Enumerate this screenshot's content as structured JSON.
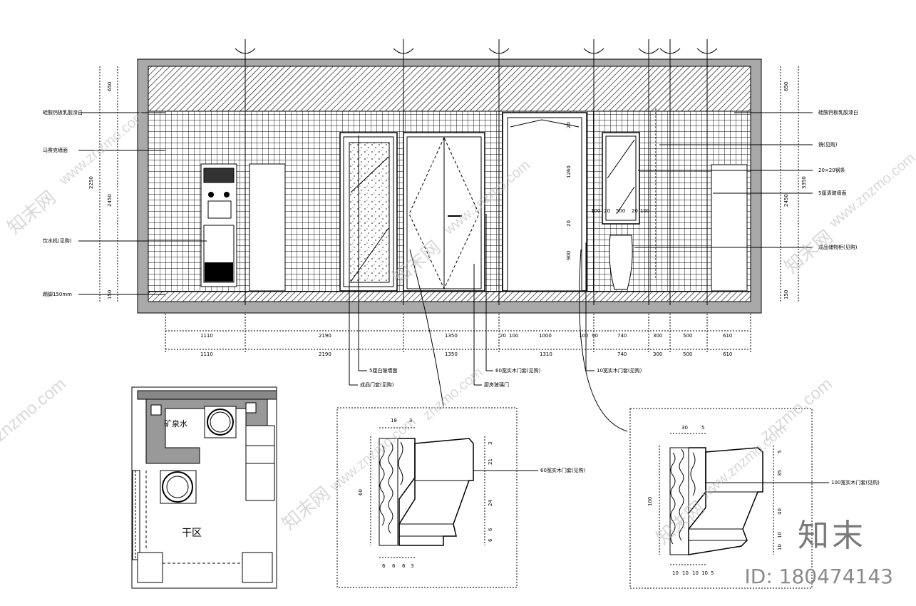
{
  "elevation": {
    "left_notes": [
      "硅酸钙板乳胶漆白",
      "马赛克墙面",
      "饮水机(见购)",
      "踢脚150mm"
    ],
    "right_notes": [
      "硅酸钙板乳胶漆白",
      "镜(见购)",
      "20×20钢条",
      "5厘清玻墙面",
      "成品储物柜(见购)"
    ],
    "inner_labels": [
      "20",
      "1260",
      "20",
      "900"
    ],
    "mirror_dims": [
      "100",
      "20",
      "500",
      "20",
      "100"
    ],
    "left_vertical_dims": [
      "650",
      "2250",
      "2450",
      "150"
    ],
    "right_vertical_dims": [
      "650",
      "2450",
      "3350",
      "150"
    ],
    "bottom_dims_row1": [
      "1110",
      "2190",
      "1350",
      "20",
      "100",
      "1000",
      "100",
      "90",
      "740",
      "300",
      "500",
      "610"
    ],
    "bottom_dims_row2": [
      "1110",
      "2190",
      "1350",
      "1310",
      "740",
      "300",
      "500",
      "610"
    ],
    "leader_labels": [
      "5厘白玻墙面",
      "成品门套(见购)",
      "60宽实木门套(见购)",
      "厨房玻璃门",
      "10宽实木门套(见购)"
    ]
  },
  "plan": {
    "label_water": "矿泉水",
    "label_area": "干区"
  },
  "detail_left": {
    "label": "60宽实木门套(见购)",
    "top_dims": [
      "18",
      "3"
    ],
    "right_dims": [
      "3",
      "21",
      "24",
      "6",
      "6"
    ],
    "left_dim": "60",
    "bottom_dims": [
      "6",
      "6",
      "6",
      "3"
    ]
  },
  "detail_right": {
    "label": "100宽实木门套(见购)",
    "top_dims": [
      "30",
      "5"
    ],
    "right_dims": [
      "5",
      "35",
      "40",
      "10",
      "10"
    ],
    "left_dim": "100",
    "bottom_dims": [
      "10",
      "10",
      "10",
      "10",
      "5"
    ]
  },
  "watermark": {
    "site": "www.znzmo.com",
    "site_short": "znzmo.com",
    "logo": "知末网",
    "brand": "知末",
    "id": "ID: 180474143"
  }
}
